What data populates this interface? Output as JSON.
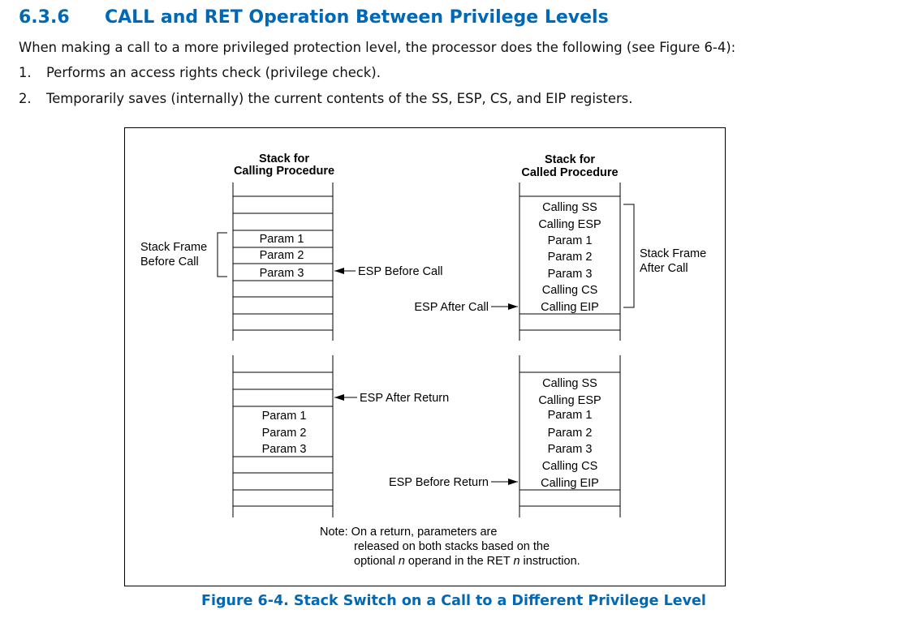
{
  "heading": {
    "number": "6.3.6",
    "title": "CALL and RET Operation Between Privilege Levels"
  },
  "intro": "When making a call to a more privileged protection level, the processor does the following (see Figure 6-4):",
  "steps": [
    {
      "num": "1.",
      "text": "Performs an access rights check (privilege check)."
    },
    {
      "num": "2.",
      "text": "Temporarily saves (internally) the current contents of the SS, ESP, CS, and EIP registers."
    }
  ],
  "figure": {
    "caption": "Figure 6-4.  Stack Switch on a Call to a Different Privilege Level",
    "calling_header_1": "Stack for",
    "calling_header_2": "Calling Procedure",
    "called_header_1": "Stack for",
    "called_header_2": "Called Procedure",
    "frame_before_1": "Stack Frame",
    "frame_before_2": "Before Call",
    "frame_after_1": "Stack Frame",
    "frame_after_2": "After Call",
    "esp_before_call": "ESP Before Call",
    "esp_after_call": "ESP After Call",
    "esp_after_return": "ESP After Return",
    "esp_before_return": "ESP Before Return",
    "top_left_cells": [
      "Param 1",
      "Param 2",
      "Param 3"
    ],
    "top_right_cells": [
      "Calling SS",
      "Calling ESP",
      "Param 1",
      "Param 2",
      "Param 3",
      "Calling CS",
      "Calling EIP"
    ],
    "bottom_left_cells": [
      "Param 1",
      "Param 2",
      "Param 3"
    ],
    "bottom_right_cells": [
      "Calling SS",
      "Calling ESP",
      "Param 1",
      "Param 2",
      "Param 3",
      "Calling CS",
      "Calling EIP"
    ],
    "note_1": "Note: On a return, parameters are",
    "note_2": "released on both stacks based on the",
    "note_3a": "optional ",
    "note_3b": "n",
    "note_3c": " operand in the RET ",
    "note_3d": "n",
    "note_3e": " instruction."
  }
}
